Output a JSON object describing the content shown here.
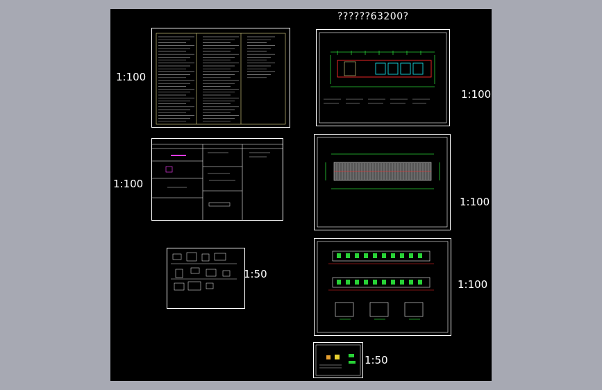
{
  "drawing": {
    "title": "??????63200?",
    "scales": {
      "design_notes": "1:100",
      "door_window_table": "1:100",
      "details_small": "1:50",
      "floor_plan": "1:100",
      "roof_plan": "1:100",
      "elevations": "1:100",
      "detail_bottom": "1:50"
    }
  },
  "colors": {
    "background": "#000000",
    "frame": "#a7a9b3",
    "line_white": "#ffffff",
    "line_green": "#28d236",
    "line_red": "#ff2a2a",
    "line_cyan": "#18d8e0",
    "line_magenta": "#e13ae6"
  }
}
